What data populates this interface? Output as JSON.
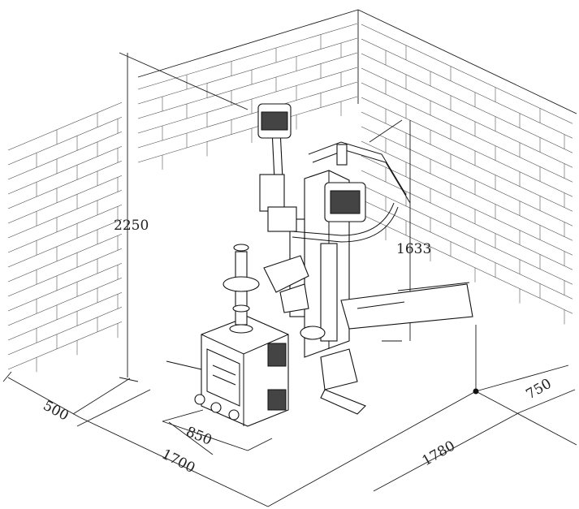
{
  "dimensions": {
    "total_height": "2250",
    "column_height": "1633",
    "depth_left": "500",
    "base_width": "850",
    "overall_width": "1700",
    "overall_depth": "1780",
    "depth_right": "750"
  },
  "colors": {
    "line": "#1a1a1a",
    "background": "#ffffff"
  }
}
